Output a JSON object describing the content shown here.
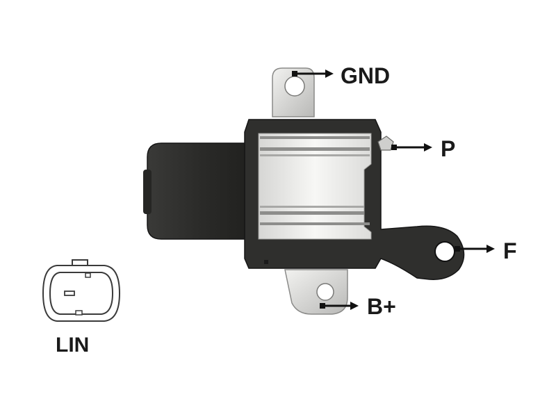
{
  "terminals": {
    "gnd": {
      "label": "GND"
    },
    "p": {
      "label": "P"
    },
    "f": {
      "label": "F"
    },
    "b_plus": {
      "label": "B+"
    }
  },
  "connector": {
    "label": "LIN"
  },
  "colors": {
    "housing": "#2e2e2c",
    "heatsink": "#e9e9e7",
    "heatsink_groove": "#8d8d8b",
    "bracket": "#d9d9d7",
    "arrow": "#111111",
    "connector_outline": "#3a3a3a"
  },
  "icons": {
    "terminal_arrow": "right-arrow-with-dot",
    "connector_face": "oval-two-pin-plug"
  }
}
